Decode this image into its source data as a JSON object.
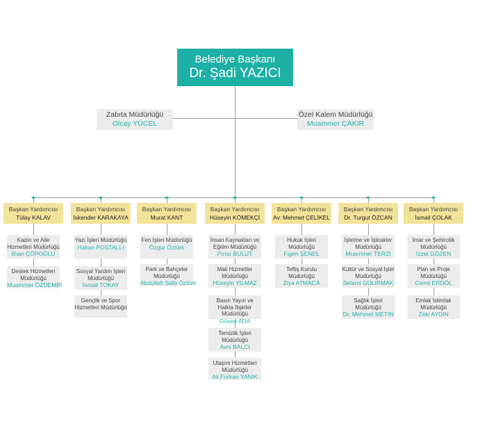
{
  "mayor": {
    "role": "Belediye Başkanı",
    "name": "Dr. Şadi YAZICI"
  },
  "side_units": [
    {
      "unit": "Zabıta Müdürlüğü",
      "person": "Olcay YÜCEL"
    },
    {
      "unit": "Özel Kalem Müdürlüğü",
      "person": "Muammer ÇAKIR"
    }
  ],
  "departments": [
    {
      "role": "Başkan Yardımcısı",
      "name": "Tülay KALAV",
      "units": [
        {
          "unit": "Kadın ve Aile Hizmetleri Müdürlüğü",
          "person": "İlhan ÇÖPOĞLU"
        },
        {
          "unit": "Destek Hizmetleri Müdürlüğü",
          "person": "Muammer ÖZDEMİR"
        }
      ]
    },
    {
      "role": "Başkan Yardımcısı",
      "name": "İskender KARAKAYA",
      "units": [
        {
          "unit": "Yazı İşleri Müdürlüğü",
          "person": "Hakan POSTALLI"
        },
        {
          "unit": "Sosyal Yardım İşleri Müdürlüğü",
          "person": "İsmail TOKAY"
        },
        {
          "unit": "Gençlik ve Spor Hizmetleri Müdürlüğü",
          "person": ""
        }
      ]
    },
    {
      "role": "Başkan Yardımcısı",
      "name": "Murat KANT",
      "units": [
        {
          "unit": "Fen İşleri Müdürlüğü",
          "person": "Özgür Öztürk"
        },
        {
          "unit": "Park ve Bahçeler Müdürlüğü",
          "person": "Abdullah Safa Öztürk"
        }
      ]
    },
    {
      "role": "Başkan Yardımcısı",
      "name": "Hüseyin KÖMEKÇİ",
      "units": [
        {
          "unit": "İnsan Kaynakları ve Eğitim Müdürlüğü",
          "person": "Pınar BULUT"
        },
        {
          "unit": "Mali Hizmetler Müdürlüğü",
          "person": "Hüseyin YILMAZ"
        },
        {
          "unit": "Basın Yayın ve Halkla İlişkiler Müdürlüğü",
          "person": "Güven ADA"
        },
        {
          "unit": "Temizlik İşleri Müdürlüğü",
          "person": "Avni BALCI"
        },
        {
          "unit": "Ulaşım Hizmetleri Müdürlüğü",
          "person": "Ali Furkan YANIK"
        }
      ]
    },
    {
      "role": "Başkan Yardımcısı",
      "name": "Av. Mehmet ÇELİKEL",
      "units": [
        {
          "unit": "Hukuk İşleri Müdürlüğü",
          "person": "Figen ŞENEL"
        },
        {
          "unit": "Teftiş Kurulu Müdürlüğü",
          "person": "Ziya ATMACA"
        }
      ]
    },
    {
      "role": "Başkan Yardımcısı",
      "name": "Dr. Turgut ÖZCAN",
      "units": [
        {
          "unit": "İşletme ve İştirakler Müdürlüğü",
          "person": "Muammer TERZİ"
        },
        {
          "unit": "Kültür ve Sosyal İşler Müdürlüğü",
          "person": "Selami GÜLIRMAK"
        },
        {
          "unit": "Sağlık İşleri Müdürlüğü",
          "person": "Dr. Mehmet METİN"
        }
      ]
    },
    {
      "role": "Başkan Yardımcısı",
      "name": "İsmail ÇOLAK",
      "units": [
        {
          "unit": "İmar ve Şehircilik Müdürlüğü",
          "person": "İzzet GÖZEN"
        },
        {
          "unit": "Plan ve Proje Müdürlüğü",
          "person": "Cemil ERDÖL"
        },
        {
          "unit": "Emlak İstimlak Müdürlüğü",
          "person": "Zeki AYDIN"
        }
      ]
    }
  ]
}
